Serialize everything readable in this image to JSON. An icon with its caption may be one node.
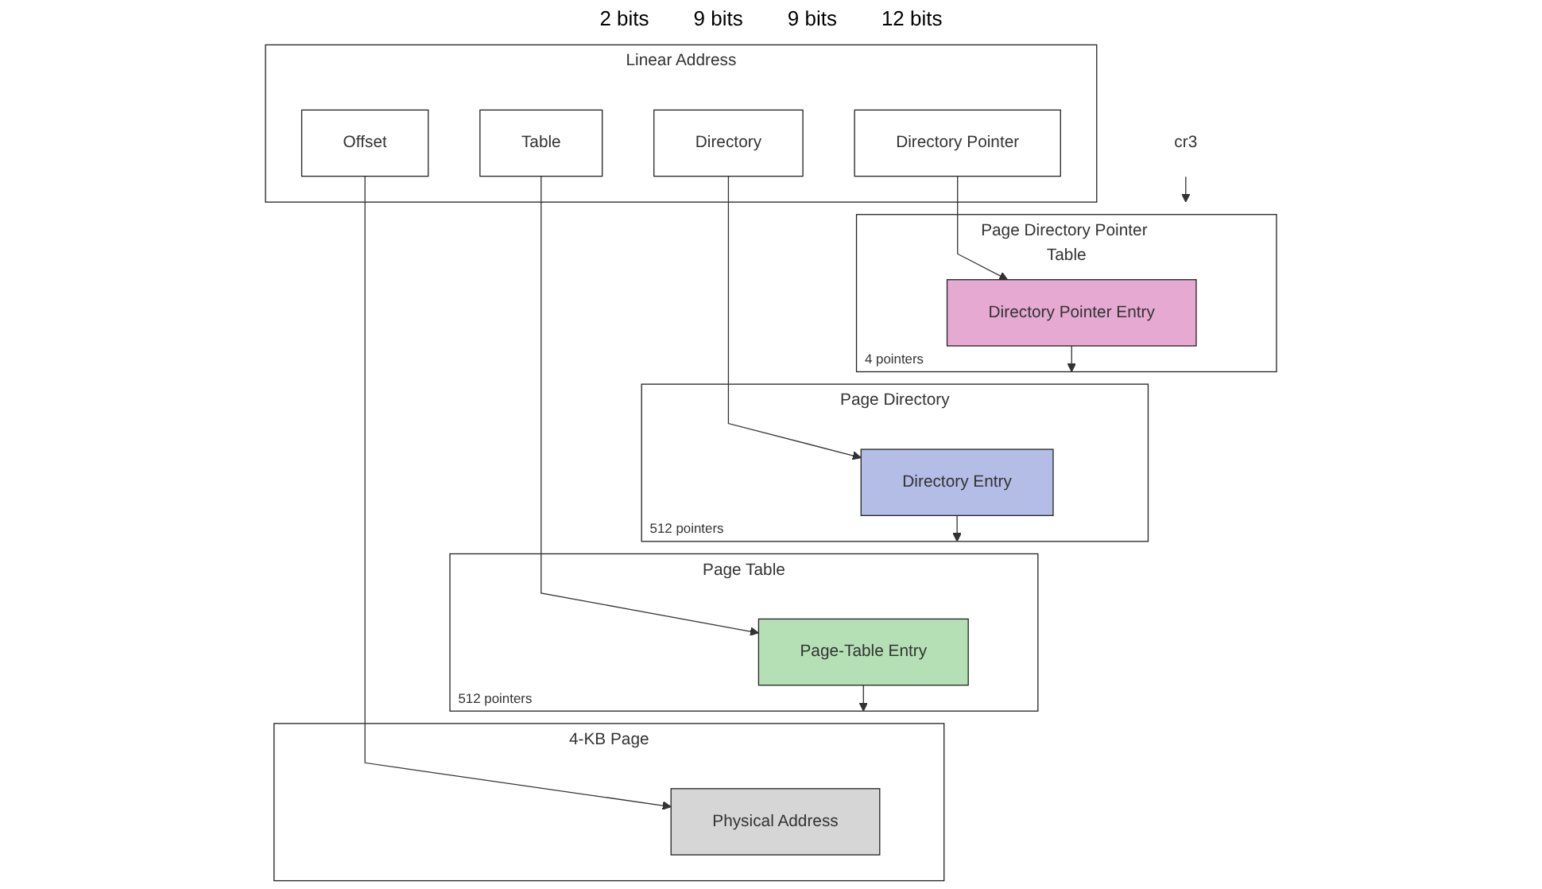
{
  "diagram": {
    "nodes": [
      {
        "text": [
          "Linear Address"
        ]
      },
      {
        "text": [
          "Directory Pointer"
        ],
        "in": 0
      },
      {
        "text": [
          "Directory"
        ],
        "in": 0
      },
      {
        "text": [
          "Table"
        ],
        "in": 0
      },
      {
        "text": [
          "Offset"
        ],
        "in": 0
      },
      {
        "text": [
          "Page Directory Pointer Table"
        ],
        "beside": [
          "4 pointers"
        ]
      },
      {
        "text": [
          "Directory Pointer Entry"
        ],
        "in": 5
      },
      {
        "text": [
          "Page Directory"
        ],
        "beside": [
          "512 pointers"
        ]
      },
      {
        "text": [
          "Directory Entry"
        ],
        "in": 7
      },
      {
        "text": [
          "Page Table"
        ],
        "beside": [
          "512 pointers"
        ]
      },
      {
        "text": [
          "Page-Table Entry"
        ],
        "in": 9
      },
      {
        "text": [
          "4-KB Page"
        ]
      },
      {
        "text": [
          "Physical Address"
        ],
        "in": 11
      },
      {
        "text": [
          "cr3"
        ]
      }
    ],
    "edges": [
      {
        "from": 1,
        "to": 6,
        "arrow": "to"
      },
      {
        "from": 2,
        "to": 8,
        "arrow": "to"
      },
      {
        "from": 3,
        "to": 10,
        "arrow": "to"
      },
      {
        "from": 4,
        "to": 12,
        "arrow": "to"
      },
      {
        "from": 13,
        "to": 5,
        "arrow": "to"
      },
      {
        "from": 6,
        "to": 7,
        "arrow": "to"
      },
      {
        "from": 8,
        "to": 9,
        "arrow": "to"
      },
      {
        "from": 10,
        "to": 11,
        "arrow": "to"
      }
    ],
    "labels": [
      "2 bits",
      "9 bits",
      "9 bits",
      "12 bits"
    ]
  }
}
